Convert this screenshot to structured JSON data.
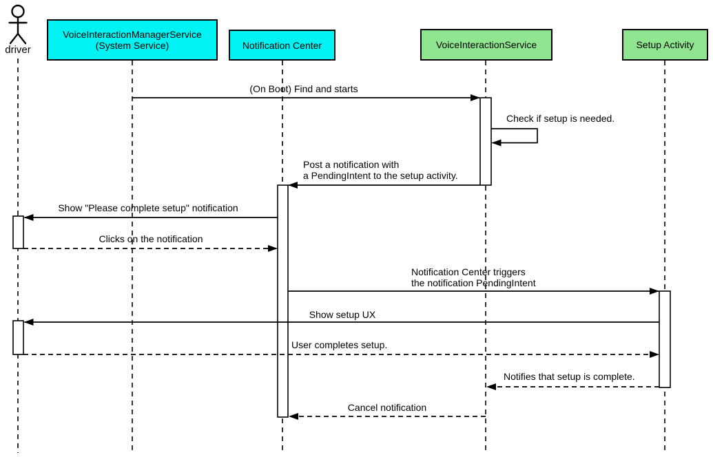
{
  "diagram_type": "uml-sequence-diagram",
  "colors": {
    "system_participant_fill": "#00f2f2",
    "app_participant_fill": "#90e690",
    "stroke": "#000000",
    "background": "#ffffff",
    "activation_fill": "#ffffff"
  },
  "participants": [
    {
      "id": "driver",
      "kind": "actor",
      "label": "driver"
    },
    {
      "id": "voice-interaction-manager-service",
      "kind": "participant",
      "fill": "#00f2f2",
      "label": "VoiceInteractionManagerService\n(System Service)"
    },
    {
      "id": "notification-center",
      "kind": "participant",
      "fill": "#00f2f2",
      "label": "Notification Center"
    },
    {
      "id": "voice-interaction-service",
      "kind": "participant",
      "fill": "#90e690",
      "label": "VoiceInteractionService"
    },
    {
      "id": "setup-activity",
      "kind": "participant",
      "fill": "#90e690",
      "label": "Setup Activity"
    }
  ],
  "messages": [
    {
      "from": "voice-interaction-manager-service",
      "to": "voice-interaction-service",
      "style": "solid",
      "label": "(On Boot) Find and starts"
    },
    {
      "from": "voice-interaction-service",
      "to": "voice-interaction-service",
      "style": "solid",
      "self_message": true,
      "label": "Check if setup is needed."
    },
    {
      "from": "voice-interaction-service",
      "to": "notification-center",
      "style": "solid",
      "label": "Post a notification with\na PendingIntent to the setup activity."
    },
    {
      "from": "notification-center",
      "to": "driver",
      "style": "solid",
      "label": "Show \"Please complete setup\" notification"
    },
    {
      "from": "driver",
      "to": "notification-center",
      "style": "dashed",
      "label": "Clicks on the notification"
    },
    {
      "from": "notification-center",
      "to": "setup-activity",
      "style": "solid",
      "label": "Notification Center triggers\nthe notification PendingIntent"
    },
    {
      "from": "setup-activity",
      "to": "driver",
      "style": "solid",
      "label": "Show setup UX"
    },
    {
      "from": "driver",
      "to": "setup-activity",
      "style": "dashed",
      "label": "User completes setup."
    },
    {
      "from": "setup-activity",
      "to": "voice-interaction-service",
      "style": "dashed",
      "label": "Notifies that setup is complete."
    },
    {
      "from": "voice-interaction-service",
      "to": "notification-center",
      "style": "dashed",
      "label": "Cancel notification"
    }
  ]
}
